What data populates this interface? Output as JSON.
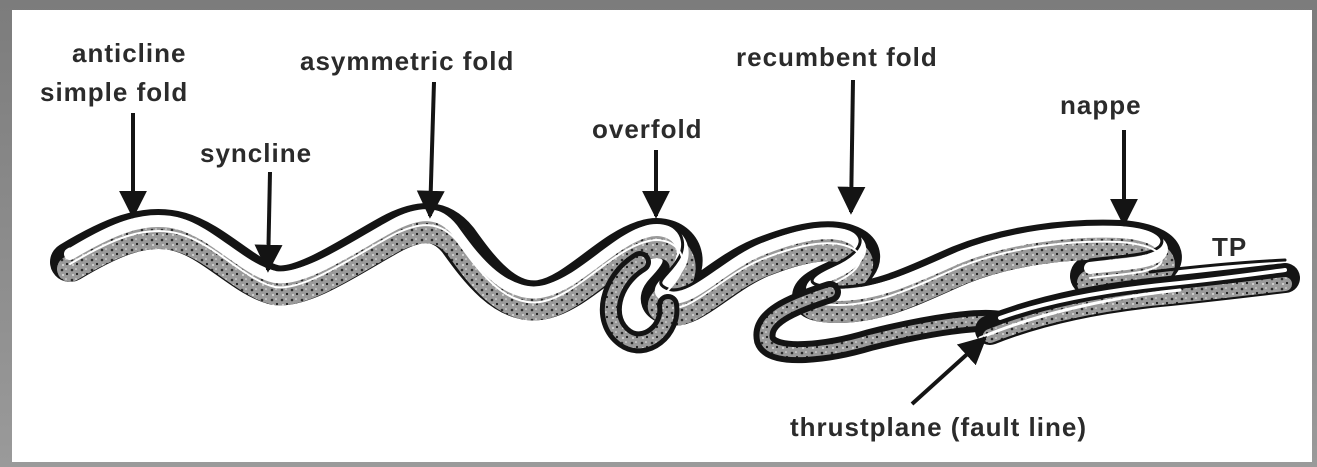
{
  "labels": {
    "anticline_line1": "anticline",
    "anticline_line2": "simple fold",
    "syncline": "syncline",
    "asymmetric_fold": "asymmetric fold",
    "overfold": "overfold",
    "recumbent_fold": "recumbent fold",
    "nappe": "nappe",
    "tp": "TP",
    "thrustplane": "thrustplane (fault line)"
  },
  "colors": {
    "ink": "#141414",
    "strata_dark": "#1c1c1c",
    "strata_mid": "#5a5a5a",
    "paper": "#ffffff"
  }
}
